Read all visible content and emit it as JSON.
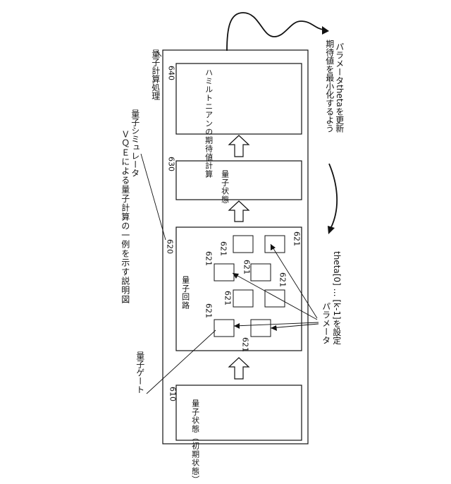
{
  "figure": {
    "caption": "ＶＱＥによる量子計算の一例を示す説明図",
    "refs": {
      "ref_610": "610",
      "ref_620": "620",
      "ref_630": "630",
      "ref_640": "640",
      "ref_621": "621"
    },
    "labels": {
      "initial_state": "量子状態（初期状態）",
      "circuit": "量子回路",
      "state": "量子状態",
      "hamiltonian": "ハミルトニアンの期待値計算",
      "processing": "量子計算処理",
      "simulator": "量子シミュレータ",
      "gate": "量子ゲート",
      "parameter": "パラメータ",
      "theta_setting": "theta[0] … [k-1]を設定",
      "update_line1": "期待値を最小化するよう",
      "update_line2": "パラメータthetaを更新"
    }
  }
}
